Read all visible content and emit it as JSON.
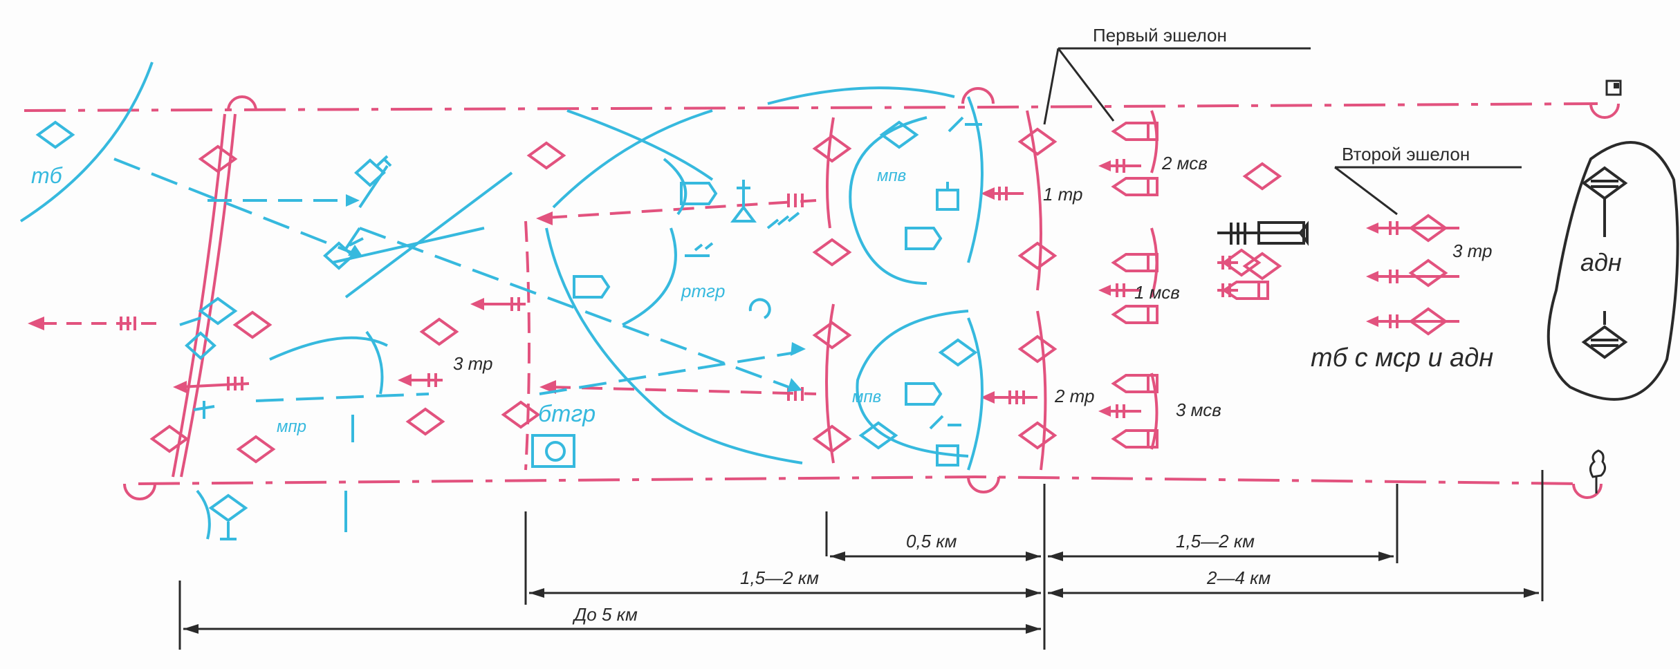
{
  "labels": {
    "first_echelon": "Первый эшелон",
    "second_echelon": "Второй эшелон",
    "tb": "тб",
    "mpr": "мпр",
    "btgr": "бтгр",
    "rtgr": "ртгр",
    "mpv_top": "мпв",
    "mpv_bottom": "мпв",
    "tr3_left": "3 тр",
    "tr1": "1 тр",
    "tr2": "2 тр",
    "msv2": "2 мсв",
    "msv1": "1 мсв",
    "msv3": "3 мсв",
    "tr3_right": "3 тр",
    "adn": "адн",
    "tb_msr_adn": "тб с мср и адн"
  },
  "dimensions": {
    "d_05": "0,5 км",
    "d_15_2_left": "1,5—2 км",
    "d_15_2_right": "1,5—2 км",
    "d_2_4": "2—4 км",
    "d_5": "До 5 км"
  },
  "colors": {
    "enemy": "#36b9de",
    "own": "#e2527e",
    "neutral": "#2a2a2a"
  }
}
